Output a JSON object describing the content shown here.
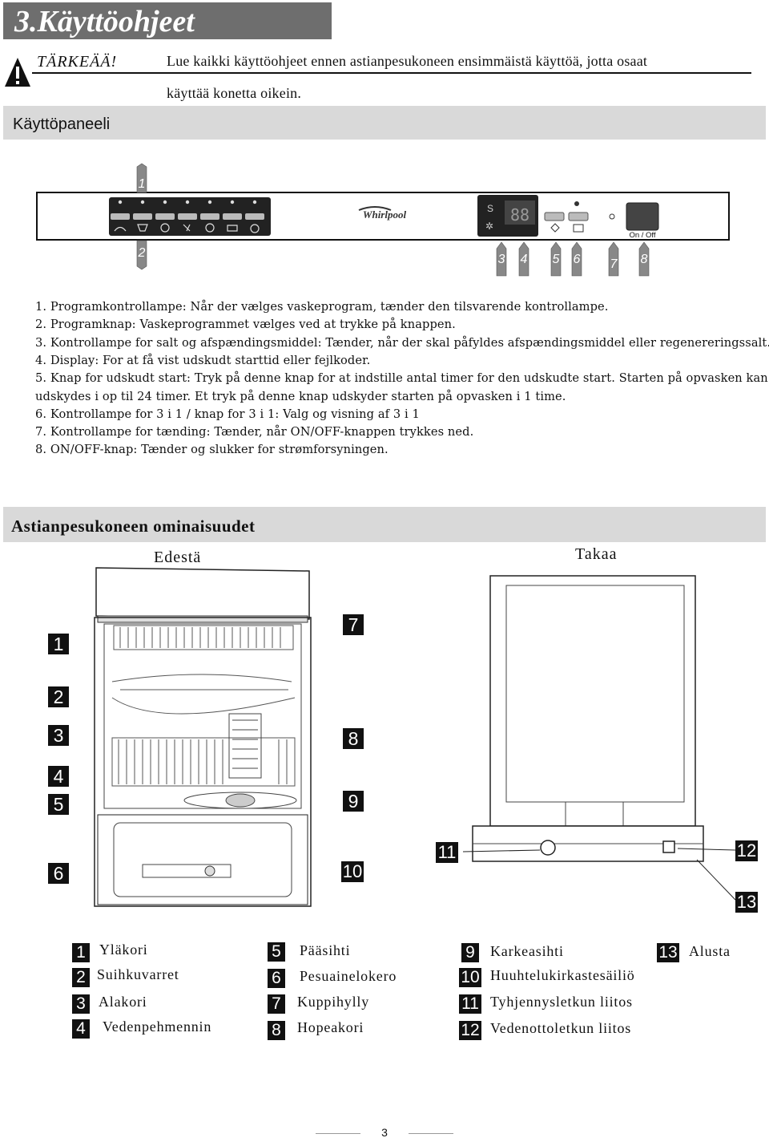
{
  "section_title": "3.Käyttöohjeet",
  "warning": {
    "label": "TÄRKEÄÄ!",
    "line1": "Lue kaikki käyttöohjeet ennen astianpesukoneen ensimmäistä käyttöä, jotta osaat",
    "line2": "käyttää konetta oikein."
  },
  "panel_heading": "Käyttöpaneeli",
  "panel": {
    "brand": "Whirlpool",
    "power_label": "On / Off",
    "display_text": "88",
    "callouts_left": [
      "1",
      "2"
    ],
    "callouts_right": [
      "3",
      "4",
      "5",
      "6",
      "7",
      "8"
    ]
  },
  "descriptions": [
    "1. Programkontrollampe: Når der vælges vaskeprogram, tænder den tilsvarende kontrollampe.",
    "2. Programknap: Vaskeprogrammet vælges ved at trykke på knappen.",
    "3. Kontrollampe for salt og afspændingsmiddel: Tænder, når der skal påfyldes afspændingsmiddel eller regenereringssalt.",
    "4. Display: For at få vist udskudt starttid eller fejlkoder.",
    "5. Knap for udskudt start: Tryk på denne knap for at indstille antal timer for den udskudte start. Starten på opvasken kan",
    "udskydes i op til 24 timer. Et tryk på denne knap udskyder starten på opvasken i 1 time.",
    "6. Kontrollampe for 3 i 1 / knap for 3 i 1: Valg og visning af 3 i 1",
    "7. Kontrollampe for tænding: Tænder, når ON/OFF-knappen trykkes ned.",
    "8. ON/OFF-knap: Tænder og slukker for strømforsyningen."
  ],
  "features_heading": "Astianpesukoneen ominaisuudet",
  "front_label": "Edestä",
  "back_label": "Takaa",
  "front_callouts": [
    "1",
    "2",
    "3",
    "4",
    "5",
    "6",
    "7",
    "8",
    "9",
    "10"
  ],
  "back_callouts": [
    "11",
    "12",
    "13"
  ],
  "legend": [
    {
      "num": "1",
      "text": "Yläkori"
    },
    {
      "num": "2",
      "text": "Suihkuvarret"
    },
    {
      "num": "3",
      "text": "Alakori"
    },
    {
      "num": "4",
      "text": "Vedenpehmennin"
    },
    {
      "num": "5",
      "text": "Pääsihti"
    },
    {
      "num": "6",
      "text": "Pesuainelokero"
    },
    {
      "num": "7",
      "text": "Kuppihylly"
    },
    {
      "num": "8",
      "text": "Hopeakori"
    },
    {
      "num": "9",
      "text": "Karkeasihti"
    },
    {
      "num": "10",
      "text": "Huuhtelukirkastesäiliö"
    },
    {
      "num": "11",
      "text": "Tyhjennysletkun liitos"
    },
    {
      "num": "12",
      "text": "Vedenottoletkun liitos"
    },
    {
      "num": "13",
      "text": "Alusta"
    }
  ],
  "page_number": "3"
}
